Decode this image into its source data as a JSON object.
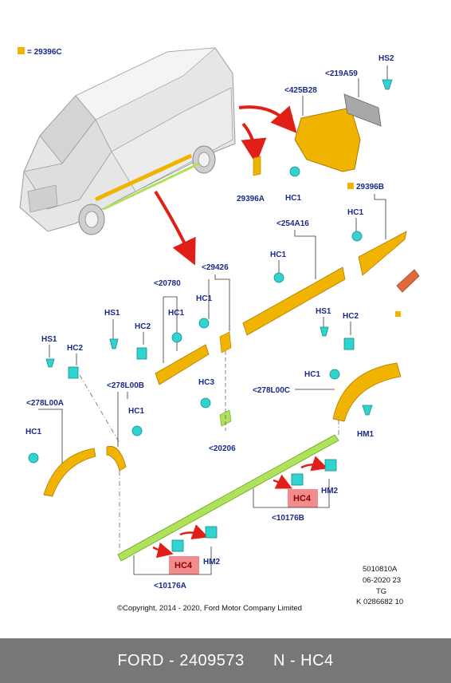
{
  "legend": {
    "text": "= 29396C",
    "swatch_color": "#f0b400"
  },
  "labels": {
    "hs2": "HS2",
    "a219a59": "<219A59",
    "a425b28": "<425B28",
    "hc1_top": "HC1",
    "a29396a": "29396A",
    "a29396b": "29396B",
    "hc1_b": "HC1",
    "a254a16": "<254A16",
    "hc1_c": "HC1",
    "a29426": "<29426",
    "a20780": "<20780",
    "hc1_d": "HC1",
    "hc1_e": "HC1",
    "hs1_a": "HS1",
    "hc2_a": "HC2",
    "hs1_b": "HS1",
    "hc2_b": "HC2",
    "hs1_c": "HS1",
    "hc2_c": "HC2",
    "hc1_f": "HC1",
    "a278l00c": "<278L00C",
    "hc3": "HC3",
    "hm1": "HM1",
    "a278l00b": "<278L00B",
    "hc1_g": "HC1",
    "a278l00a": "<278L00A",
    "hc1_h": "HC1",
    "a20206": "<20206",
    "hm2_a": "HM2",
    "hc4_a": "HC4",
    "a10176b": "<10176B",
    "hm2_b": "HM2",
    "hc4_b": "HC4",
    "a10176a": "<10176A"
  },
  "meta": {
    "line1": "5010810A",
    "line2": "06-2020 23",
    "line3": "TG",
    "line4": "K 0286682 10"
  },
  "copyright": "©Copyright, 2014 - 2020, Ford Motor Company Limited",
  "footer": {
    "brand": "FORD - 2409573",
    "part": "N - HC4"
  },
  "colors": {
    "part_fill": "#f0b400",
    "clip_fill": "#2fd3cf",
    "molding_green": "#aee25a",
    "highlight_red": "#f08c8c",
    "arrow_red": "#e02018",
    "footer_bg": "#777777"
  }
}
